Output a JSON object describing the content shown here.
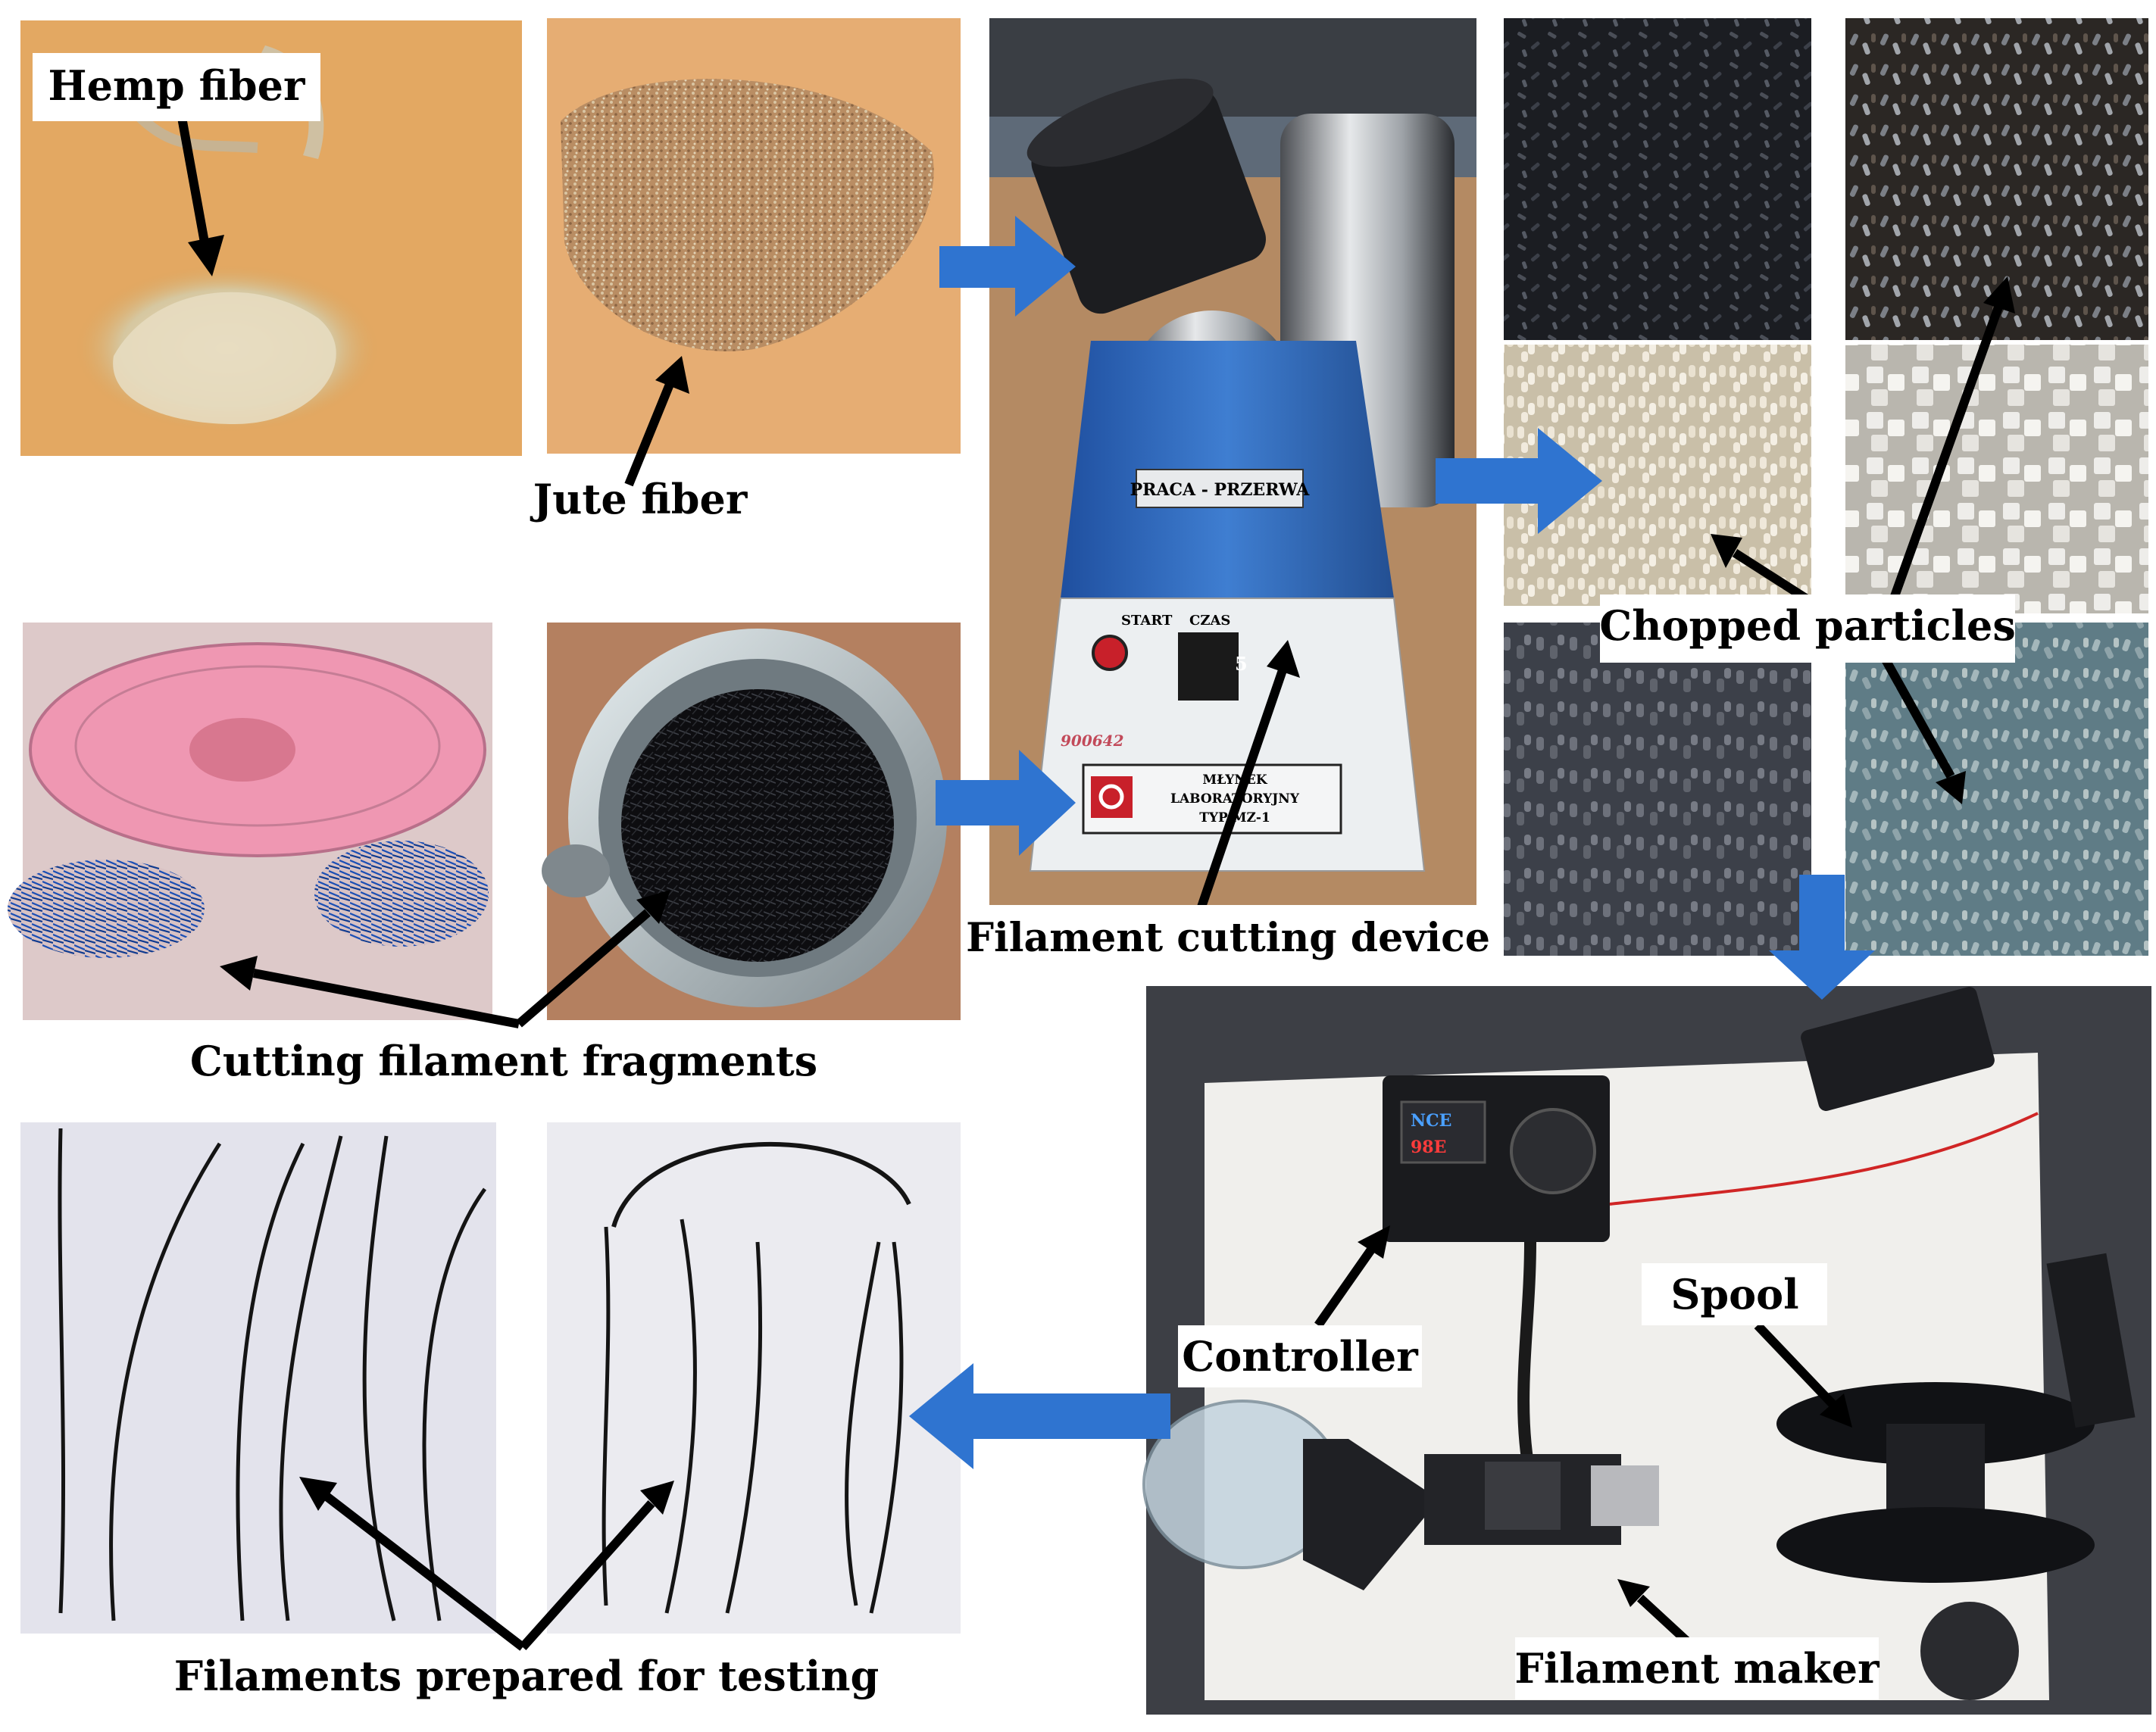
{
  "labels": {
    "hemp_fiber": "Hemp fiber",
    "jute_fiber": "Jute fiber",
    "filament_cutting_device": "Filament cutting device",
    "chopped_particles": "Chopped particles",
    "cutting_filament_fragments": "Cutting filament fragments",
    "filaments_prepared": "Filaments prepared for testing",
    "controller": "Controller",
    "spool": "Spool",
    "filament_maker": "Filament maker"
  },
  "device_panel": {
    "switch_label": "PRACA - PRZERWA",
    "start_label": "START",
    "time_label": "CZAS",
    "timer_value": "5",
    "serial": "900642",
    "plate_line1": "MŁYNEK",
    "plate_line2": "LABORATORYJNY",
    "plate_line3": "TYP MZ-1"
  },
  "controller_display": {
    "reading_top": "NCE",
    "reading_bottom": "98E"
  },
  "colors": {
    "flow_arrow": "#2f74d0",
    "label_box": "#ffffff",
    "pointer_arrow": "#000000"
  }
}
